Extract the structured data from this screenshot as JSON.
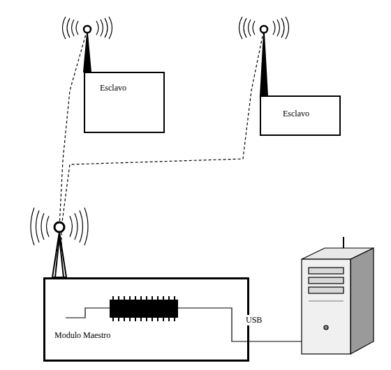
{
  "diagram": {
    "nodes": [
      {
        "text": [
          "Esclavo"
        ]
      },
      {
        "text": [
          "Esclavo"
        ]
      },
      {
        "text": [
          "Modulo Maestro"
        ]
      }
    ],
    "edges": [
      {
        "from": 0,
        "to": 2,
        "arrow": "none"
      },
      {
        "from": 1,
        "to": 2,
        "arrow": "none"
      }
    ],
    "labels": [
      "USB"
    ]
  }
}
